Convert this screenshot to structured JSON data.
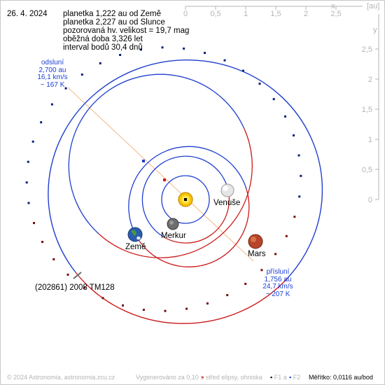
{
  "date": "26. 4. 2024",
  "info_lines": [
    "planetka 1,222 au od Země",
    "planetka 2,227 au od Slunce",
    "pozorovaná hv. velikost = 19,7 mag",
    "oběžná doba 3,326 let",
    "interval bodů 30,4 dnů"
  ],
  "aphelion": {
    "title": "odsluní",
    "dist": "2,700 au",
    "speed": "16,1 km/s",
    "temp": "~ 167 K"
  },
  "perihelion": {
    "title": "přísluní",
    "dist": "1,756 au",
    "speed": "24,7 km/s",
    "temp": "~ 207 K"
  },
  "asteroid_name": "(202861) 2008 TM128",
  "planets": {
    "venus": "Venuše",
    "mercury": "Merkur",
    "earth": "Země",
    "mars": "Mars"
  },
  "axes": {
    "x_ticks": [
      "0",
      "0,5",
      "1",
      "1,5",
      "2",
      "2,5"
    ],
    "y_ticks": [
      "2,5",
      "2",
      "1,5",
      "1",
      "0,5",
      "0"
    ],
    "x_label": "x",
    "y_label": "y",
    "unit": "[au]"
  },
  "footer": {
    "copyright": "© 2024 Astronomia, astronomia.zcu.cz",
    "generated": "Vygenerováno za 0,10 s",
    "legend_center": "střed elipsy, ohniska",
    "legend_f1": "F1 a",
    "legend_f2": "F2",
    "scale": "Měřítko: 0,0116 au/bod"
  },
  "colors": {
    "orbit_blue": "#1f3fcf",
    "orbit_red": "#cc1a1a",
    "axis": "#b4b4b4",
    "apsis_line": "#f2b88a",
    "label_blue": "#1a3fd6"
  }
}
